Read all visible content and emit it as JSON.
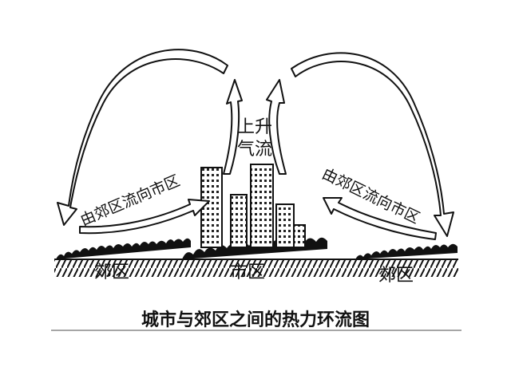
{
  "diagram": {
    "labels": {
      "rising_air_line1": "上升",
      "rising_air_line2": "气流",
      "left_flow": "由郊区流向市区",
      "right_flow": "由郊区流向市区",
      "left_suburb": "郊区",
      "city": "市区",
      "right_suburb": "郊区"
    },
    "caption": "城市与郊区之间的热力环流图"
  }
}
